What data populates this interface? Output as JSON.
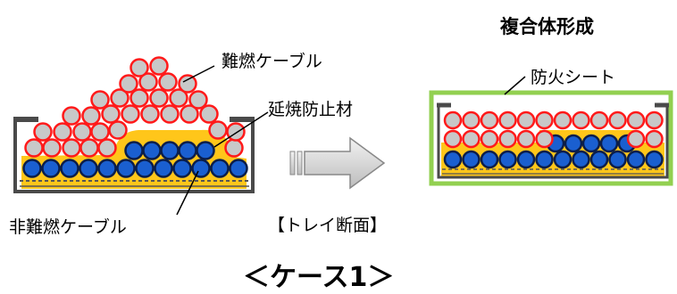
{
  "labels": {
    "flame_retardant_cable": "難燃ケーブル",
    "fire_stop_material": "延焼防止材",
    "non_flame_retardant_cable": "非難燃ケーブル",
    "tray_cross_section": "【トレイ断面】",
    "composite_formation": "複合体形成",
    "fire_sheet": "防火シート",
    "case_title": "＜ケース1＞"
  },
  "colors": {
    "flame_cable_fill": "#c8c8c8",
    "flame_cable_ring": "#ff1a1a",
    "non_flame_cable_fill": "#1a5fd0",
    "non_flame_cable_ring": "#0b1e4a",
    "fire_stop_material": "#ffc61a",
    "fire_sheet": "#92d050",
    "tray": "#4a4a4a",
    "arrow": "#d0d0d0"
  },
  "icons": {
    "process_arrow": "right-arrow-icon"
  }
}
